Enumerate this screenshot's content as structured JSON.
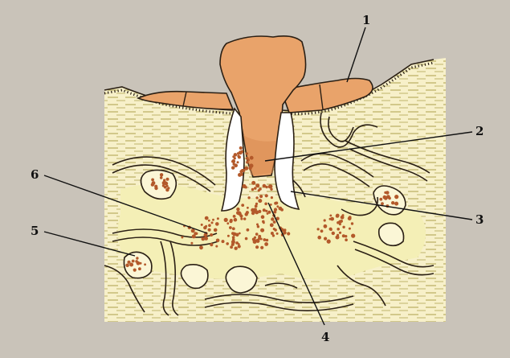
{
  "labels": [
    "1",
    "2",
    "3",
    "4",
    "5",
    "6"
  ],
  "colors": {
    "background": "#c9c3b9",
    "tissue": "#f7f0c9",
    "vessel_fill": "#fbf6d6",
    "tick": "#b8ad60",
    "outline": "#2a1f14",
    "parasite": "#e9a36a",
    "parasite_dark": "#d88a50",
    "dots": "#b3592a",
    "canal": "#ffffff",
    "pale_area": "#f4efb6"
  }
}
